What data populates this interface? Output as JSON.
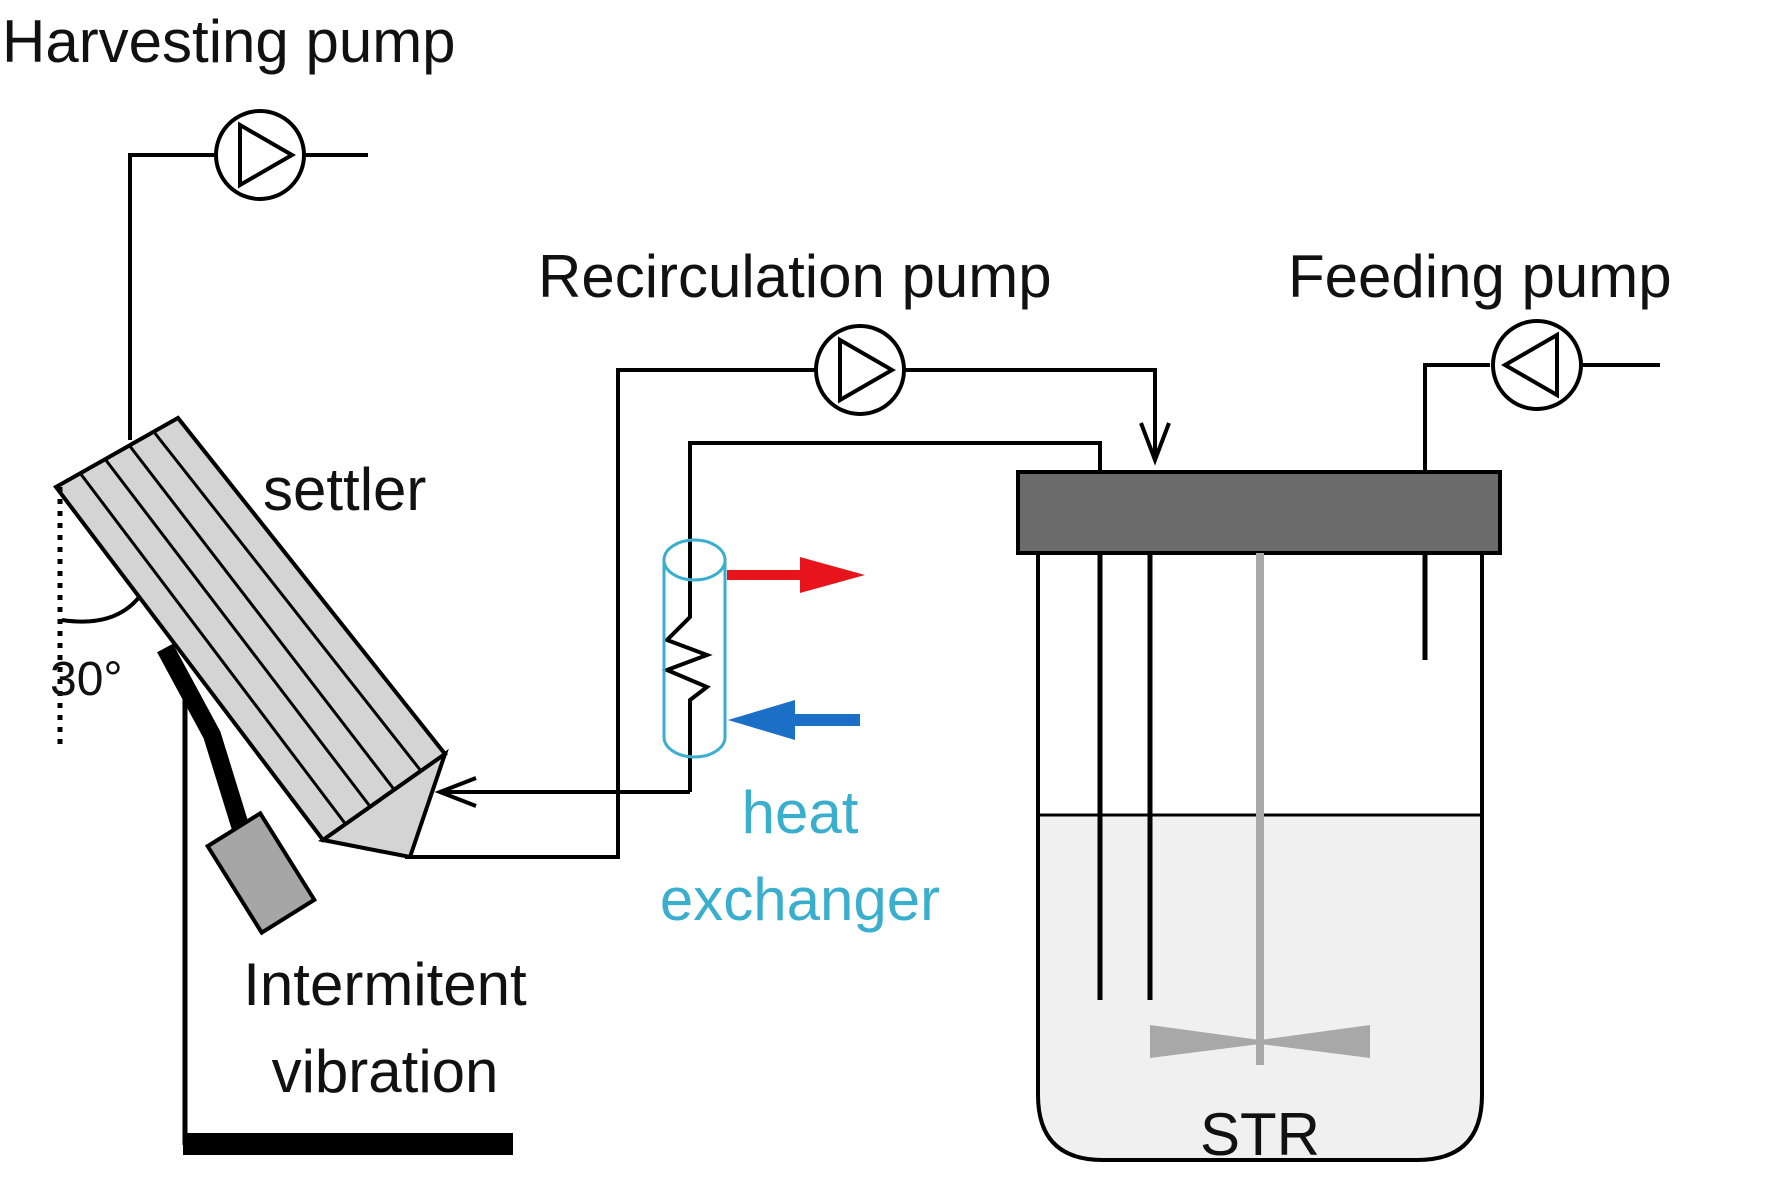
{
  "labels": {
    "harvesting_pump": "Harvesting pump",
    "recirculation_pump": "Recirculation pump",
    "feeding_pump": "Feeding pump",
    "settler": "settler",
    "angle": "30°",
    "heat_exchanger_line1": "heat",
    "heat_exchanger_line2": "exchanger",
    "vibration_line1": "Intermitent",
    "vibration_line2": "vibration",
    "reactor": "STR"
  },
  "colors": {
    "line": "#000000",
    "heat_exchanger": "#3aaecd",
    "hot_arrow": "#e8141b",
    "cold_arrow": "#1b6fc6",
    "headplate": "#6b6b6b",
    "liquid": "#f0f0f0",
    "impeller": "#a8a8a8",
    "settler_fill": "#d4d4d4",
    "vibrator_fill": "#a6a6a6"
  },
  "icons": {
    "pump": "pump-circle-triangle-icon"
  }
}
